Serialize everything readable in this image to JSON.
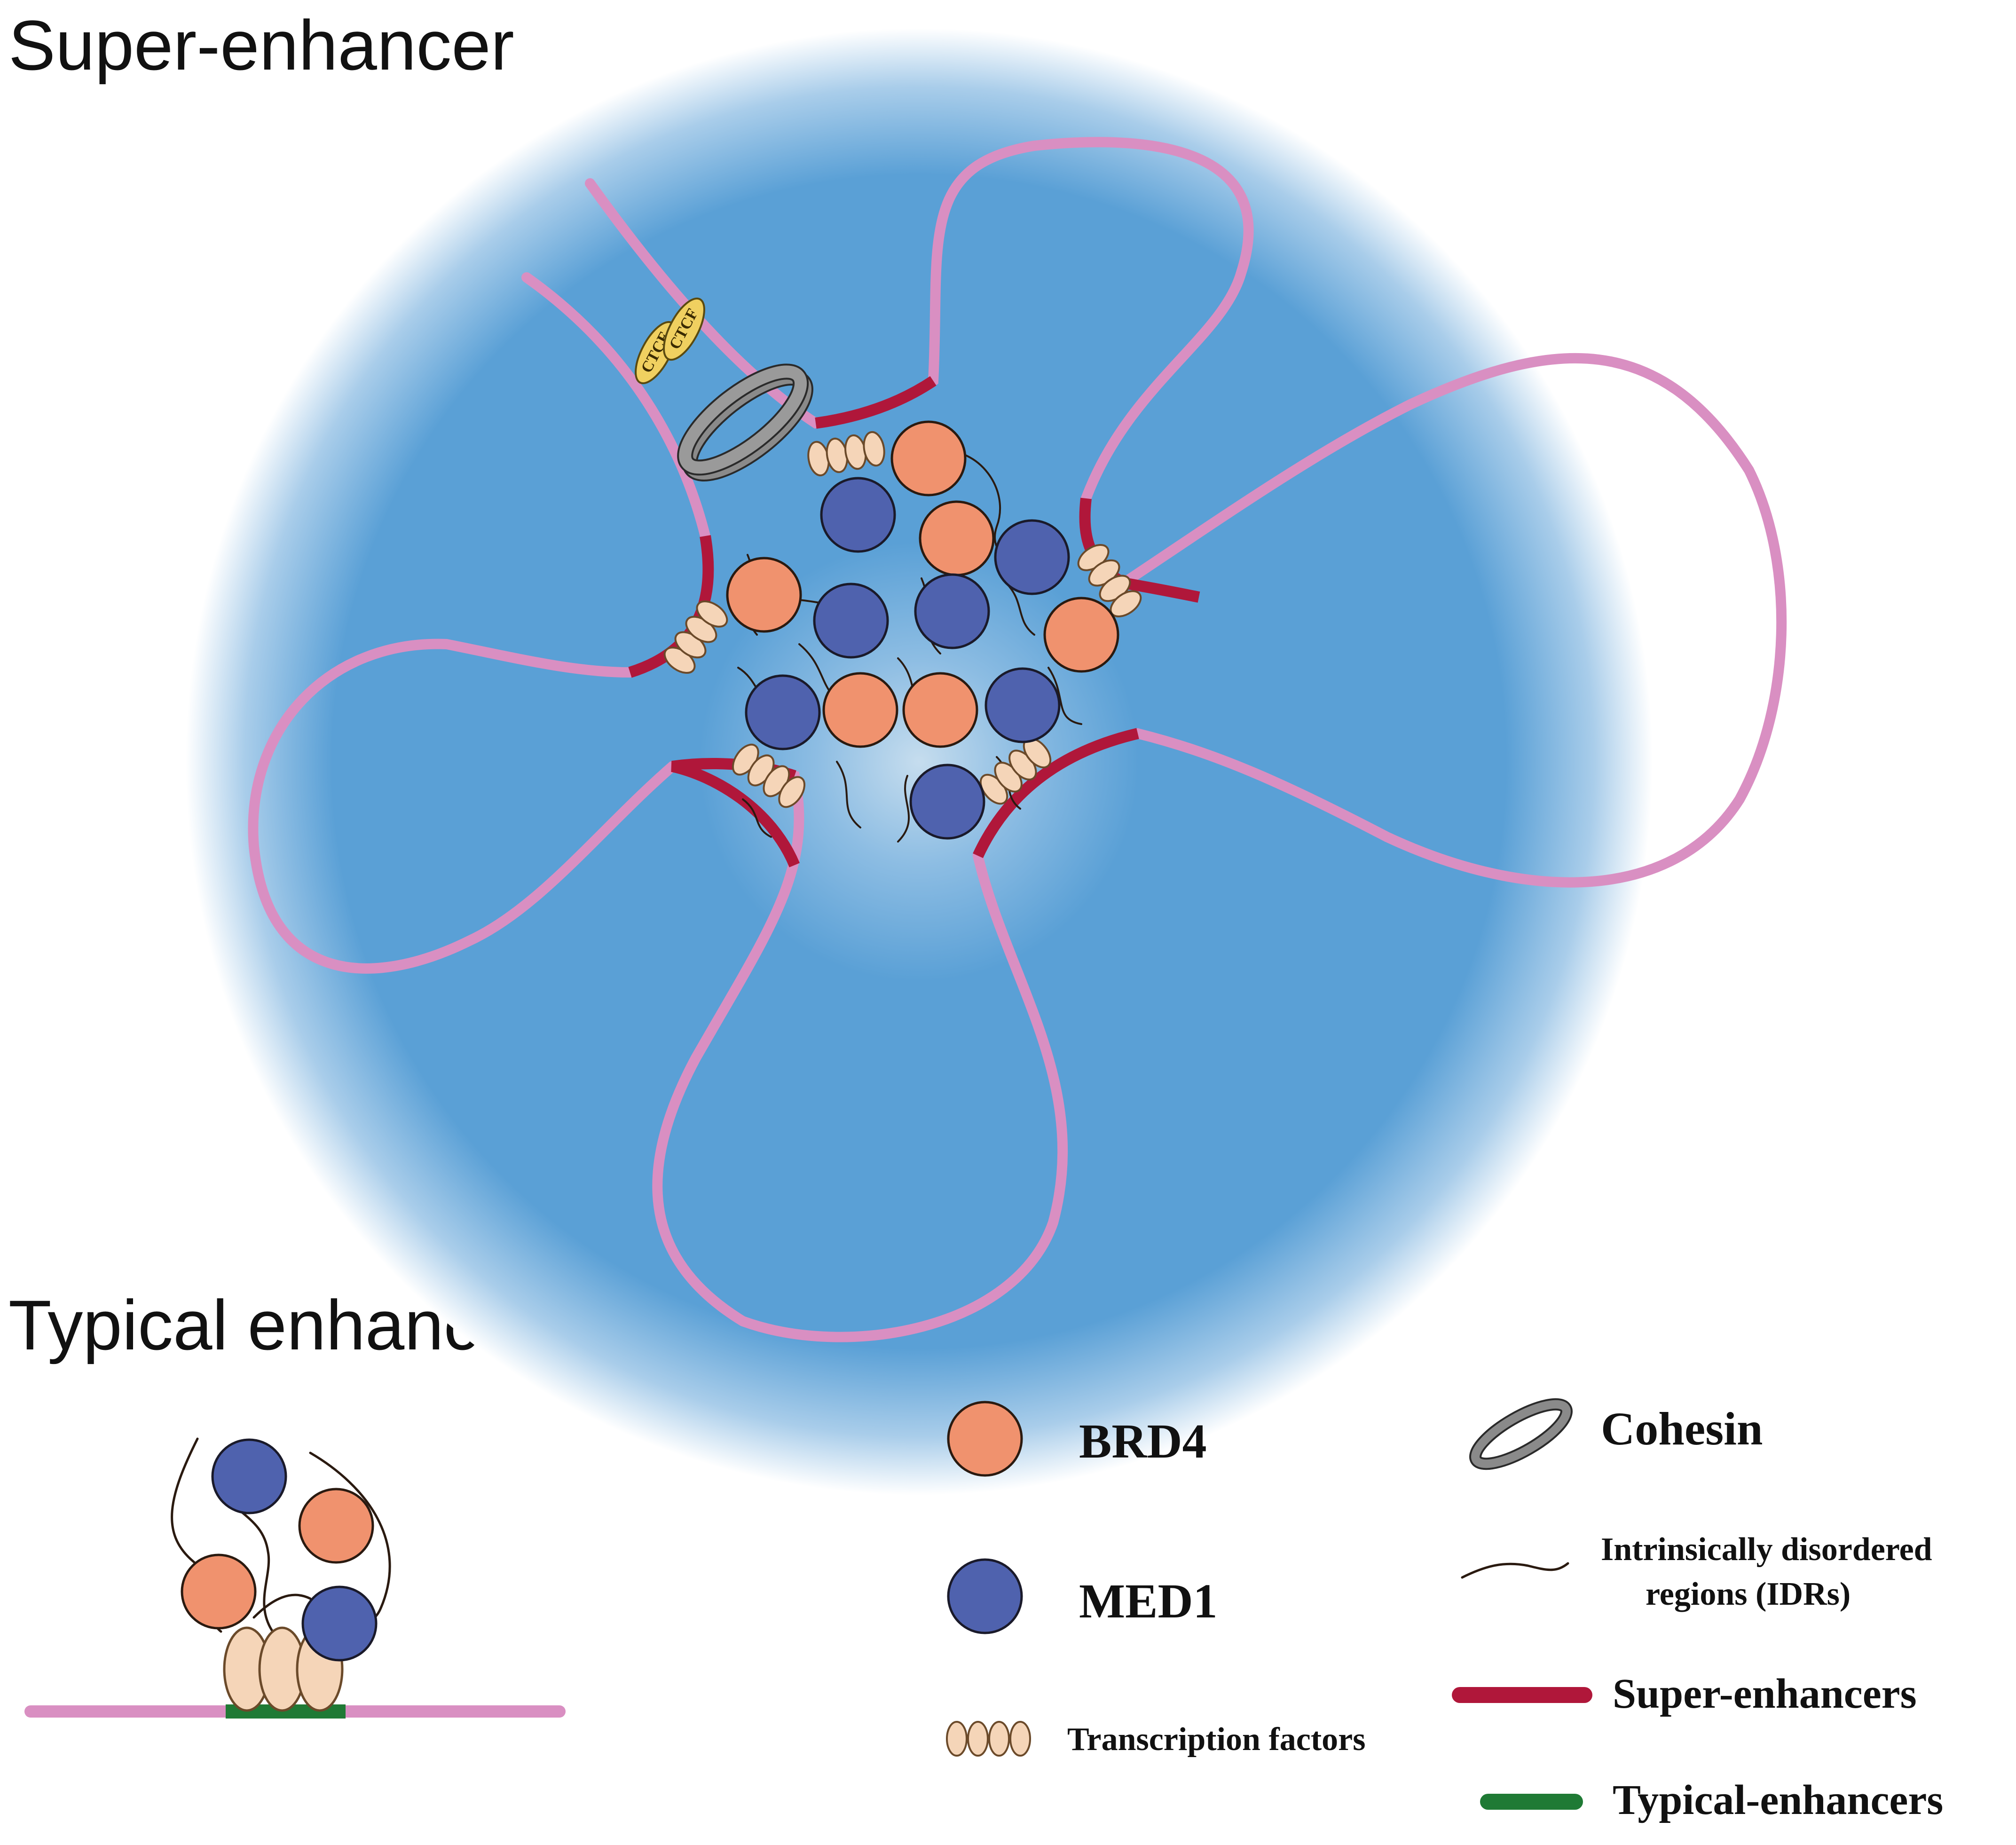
{
  "titles": {
    "super": "Super-enhancer",
    "typical": "Typical enhancer"
  },
  "ctcf": {
    "label": "CTCF"
  },
  "legend": {
    "brd4": "BRD4",
    "med1": "MED1",
    "tf": "Transcription factors",
    "cohesin": "Cohesin",
    "idr_line1": "Intrinsically disordered",
    "idr_line2": "regions (IDRs)",
    "super_enh": "Super-enhancers",
    "typical_enh": "Typical-enhancers"
  },
  "colors": {
    "chromatin": "#d98fc2",
    "super_enhancer": "#b0173a",
    "typical_enhancer": "#1f7a35",
    "brd4": "#f0926e",
    "med1": "#4f62ae",
    "tf": "#f5d5b8",
    "cohesin": "#8a8a8a",
    "ctcf": "#f0d060",
    "condensate": "#5aa0d6"
  }
}
